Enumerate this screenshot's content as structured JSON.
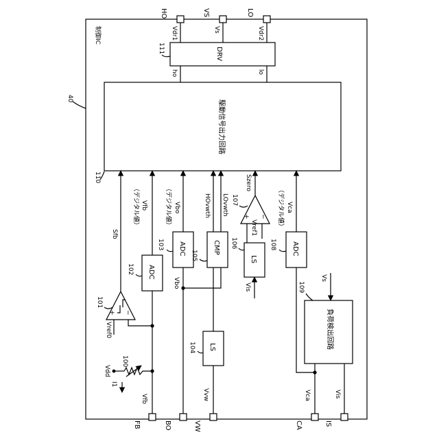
{
  "diagram": {
    "ic_label": "制御IC",
    "ref_ic": "40",
    "pins": {
      "ho": "HO",
      "vs": "VS",
      "lo": "LO",
      "fb": "FB",
      "bo": "BO",
      "vw": "VW",
      "ca": "CA",
      "is": "IS"
    },
    "drv": {
      "label": "DRV",
      "ref": "111",
      "vdr1": "Vdr1",
      "vs": "Vs",
      "vdr2": "Vdr2",
      "ho": "ho",
      "lo": "lo"
    },
    "main_block": {
      "label": "駆動信号出力回路",
      "ref": "110"
    },
    "comparator_101": {
      "ref": "101",
      "vref": "Vref0",
      "plus": "+",
      "minus": "−"
    },
    "adc_102": {
      "label": "ADC",
      "ref": "102"
    },
    "adc_103": {
      "label": "ADC",
      "ref": "103"
    },
    "ls_104": {
      "label": "LS",
      "ref": "104"
    },
    "cmp_105": {
      "label": "CMP",
      "ref": "105"
    },
    "ls_106": {
      "label": "LS",
      "ref": "106"
    },
    "comparator_107": {
      "ref": "107",
      "vref": "Vref1",
      "plus": "+",
      "minus": "−"
    },
    "adc_108": {
      "label": "ADC",
      "ref": "108"
    },
    "load_detect_109": {
      "label": "負荷検出回路",
      "ref": "109"
    },
    "resistor_100": {
      "ref": "100"
    },
    "signals": {
      "vdd": "Vdd",
      "i1": "I1",
      "vfb_low": "Vfb",
      "sfb": "Sfb",
      "digital_fb": "（デジタル値）",
      "vfb_high": "Vfb",
      "digital_bo": "（デジタル値）",
      "vbo": "Vbo",
      "vbo_in": "Vbo",
      "hovwth": "HOvwth",
      "lovwth": "LOvwth",
      "vvw": "Vvw",
      "szero": "Szero",
      "vis_ls": "Vis",
      "digital_ca": "（デジタル値）",
      "vca": "Vca",
      "vs_load": "Vs",
      "vca_low": "Vca",
      "vis_low": "Vis"
    }
  }
}
